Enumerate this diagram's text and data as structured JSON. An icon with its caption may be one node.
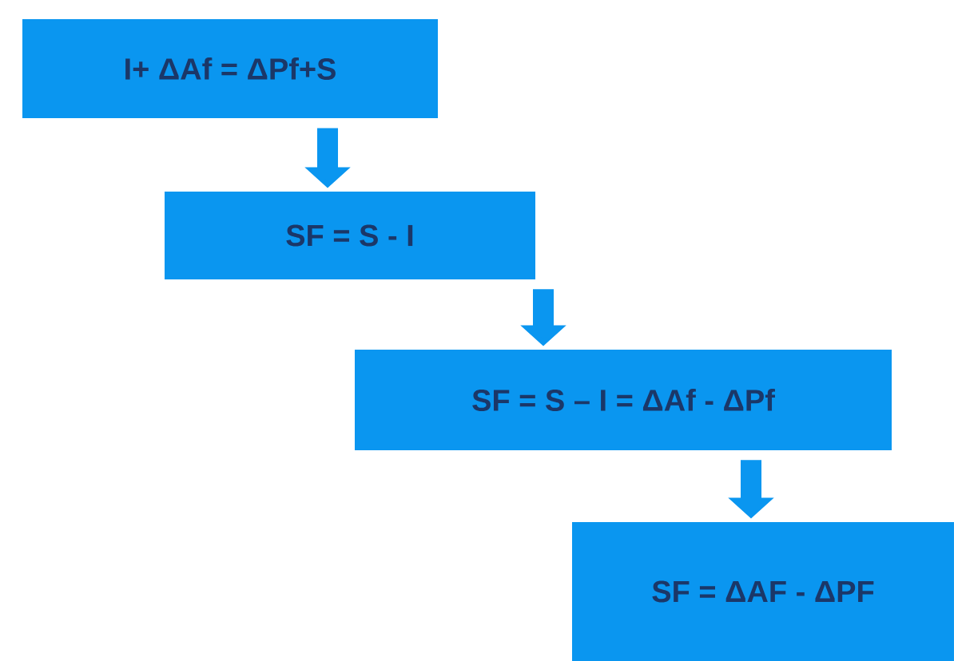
{
  "diagram": {
    "nodes": [
      {
        "text": [
          "I+ ΔAf = ΔPf+S"
        ]
      },
      {
        "text": [
          "SF = S - I"
        ]
      },
      {
        "text": [
          "SF = S – I = ΔAf - ΔPf"
        ]
      },
      {
        "text": [
          "SF = ΔAF - ΔPF"
        ]
      }
    ],
    "edges": [
      {
        "from": 0,
        "to": 1,
        "arrow": "to"
      },
      {
        "from": 1,
        "to": 2,
        "arrow": "to"
      },
      {
        "from": 2,
        "to": 3,
        "arrow": "to"
      }
    ]
  }
}
